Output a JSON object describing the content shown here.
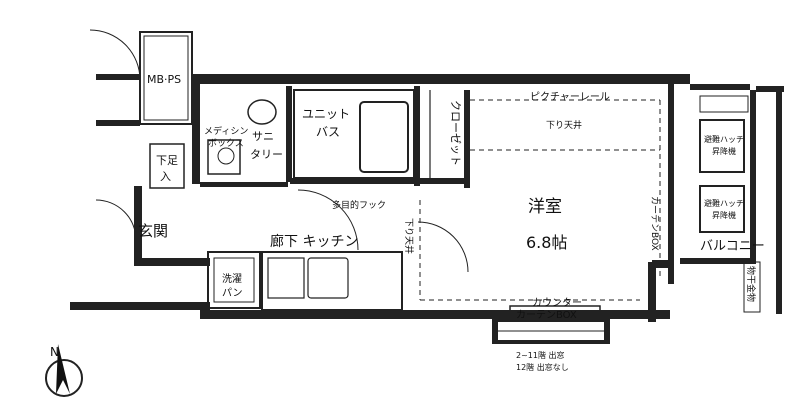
{
  "plan": {
    "compass": "N",
    "rooms": {
      "mbps": "MB·PS",
      "unit_bath_1": "ユニット",
      "unit_bath_2": "バス",
      "closet": "クローゼット",
      "picture_rail": "ピクチャーレール",
      "sagari_ceiling_top": "下り天井",
      "sanitary_1": "サニ",
      "sanitary_2": "タリー",
      "medicine_box_1": "メディシン",
      "medicine_box_2": "ボックス",
      "shoe_box_1": "下足",
      "shoe_box_2": "入",
      "entrance": "玄関",
      "multi_hook": "多目的フック",
      "corridor_kitchen": "廊下 キッチン",
      "sagari_ceiling_side": "下り天井",
      "washer_pan_1": "洗濯",
      "washer_pan_2": "パン",
      "youshitsu": "洋室",
      "area": "6.8帖",
      "curtain_box_side": "カーテンBOX",
      "counter": "カウンター",
      "curtain_box_bottom": "カーテンBOX",
      "floor_note_1": "2~11階 出窓",
      "floor_note_2": "12階 出窓なし",
      "balcony": "バルコニー",
      "drying_rack": "物干金物",
      "evac_hatch_1a": "避難ハッチ",
      "evac_hatch_1b": "昇降機",
      "evac_hatch_2a": "避難ハッチ",
      "evac_hatch_2b": "昇降機"
    }
  }
}
